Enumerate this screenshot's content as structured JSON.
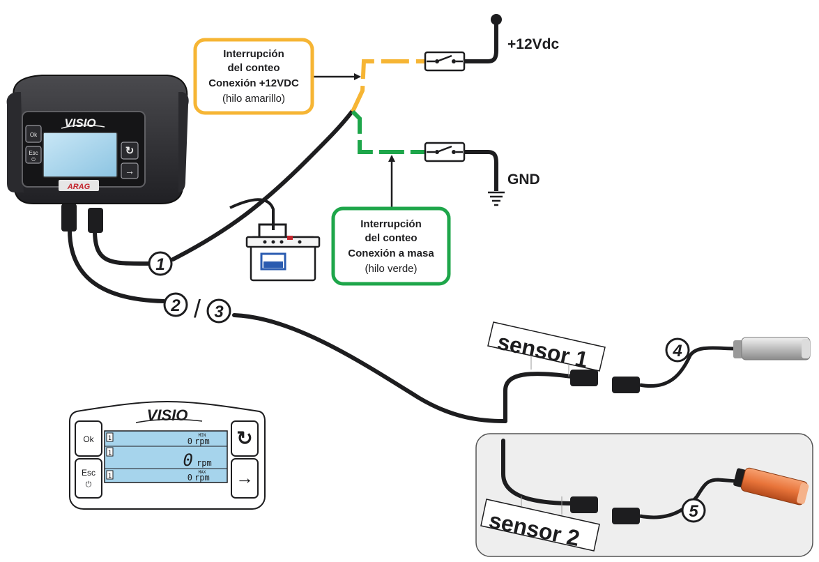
{
  "colors": {
    "yellow": "#f6b534",
    "green": "#1ea64a",
    "cable": "#1d1d1f",
    "lcd": "#a6d4ec",
    "panel": "#eeeeee",
    "sensor2_body": "#e8743a",
    "sensor1_body": "#c9c9c9",
    "arag_red": "#c4262e"
  },
  "callouts": {
    "yellow": {
      "line1": "Interrupción",
      "line2": "del conteo",
      "line3": "Conexión +12VDC",
      "line4": "(hilo amarillo)"
    },
    "green": {
      "line1": "Interrupción",
      "line2": "del conteo",
      "line3": "Conexión a masa",
      "line4": "(hilo verde)"
    }
  },
  "terminals": {
    "positive": "+12Vdc",
    "ground": "GND"
  },
  "markers": {
    "m1": "1",
    "m2": "2",
    "slash": "/",
    "m3": "3",
    "m4": "4",
    "m5": "5"
  },
  "sensors": {
    "s1": "sensor 1",
    "s2": "sensor 2"
  },
  "device": {
    "brand": "VISIO",
    "maker": "ARAG",
    "btn_ok": "Ok",
    "btn_esc": "Esc"
  },
  "screen": {
    "brand": "VISIO",
    "btn_ok": "Ok",
    "btn_esc": "Esc",
    "rows": [
      {
        "index": "1",
        "tag": "MIN",
        "value": "0",
        "unit": "rpm"
      },
      {
        "index": "1",
        "tag": "",
        "value": "0",
        "unit": "rpm"
      },
      {
        "index": "1",
        "tag": "MAX",
        "value": "0",
        "unit": "rpm"
      }
    ]
  },
  "icons": {
    "refresh": "refresh-icon",
    "arrow": "arrow-right-icon",
    "power": "power-icon",
    "switch": "switch-icon",
    "ground": "ground-symbol-icon",
    "battery": "battery-icon"
  }
}
